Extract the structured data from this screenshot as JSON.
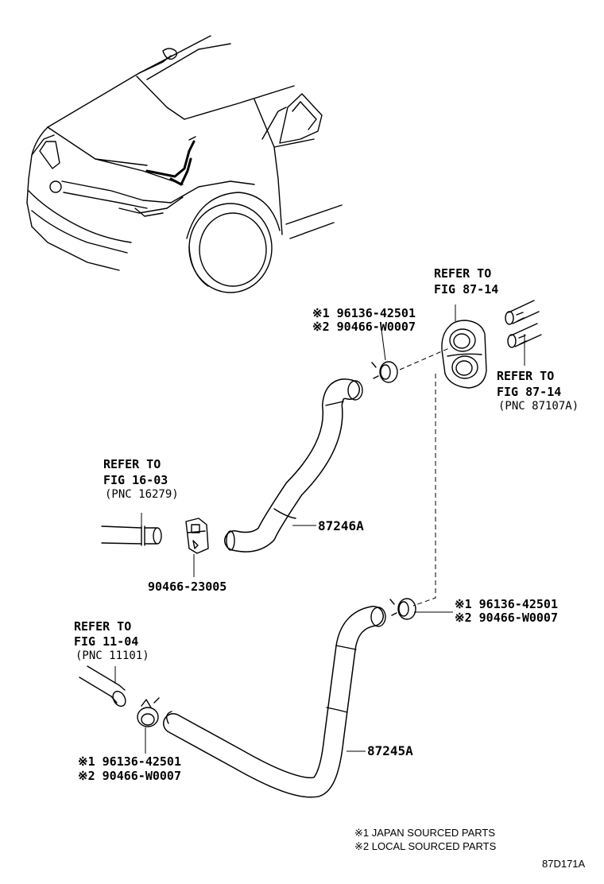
{
  "refer_fig_87_14_top": {
    "line1": "REFER TO",
    "line2": "FIG 87-14"
  },
  "refer_fig_87_14_right": {
    "line1": "REFER TO",
    "line2": "FIG 87-14",
    "line3": "(PNC 87107A)"
  },
  "refer_fig_16_03": {
    "line1": "REFER TO",
    "line2": "FIG 16-03",
    "line3": "(PNC 16279)"
  },
  "refer_fig_11_04": {
    "line1": "REFER TO",
    "line2": "FIG 11-04",
    "line3": "(PNC 11101)"
  },
  "clamp_upper": {
    "l1": "※1 96136-42501",
    "l2": "※2 90466-W0007"
  },
  "clamp_middle": {
    "l1": "※1 96136-42501",
    "l2": "※2 90466-W0007"
  },
  "clamp_lower": {
    "l1": "※1 96136-42501",
    "l2": "※2 90466-W0007"
  },
  "clip_part": "90466-23005",
  "hose_upper": "87246A",
  "hose_lower": "87245A",
  "notes": {
    "n1": "※1 JAPAN SOURCED PARTS",
    "n2": "※2 LOCAL SOURCED PARTS"
  },
  "figure_id": "87D171A"
}
